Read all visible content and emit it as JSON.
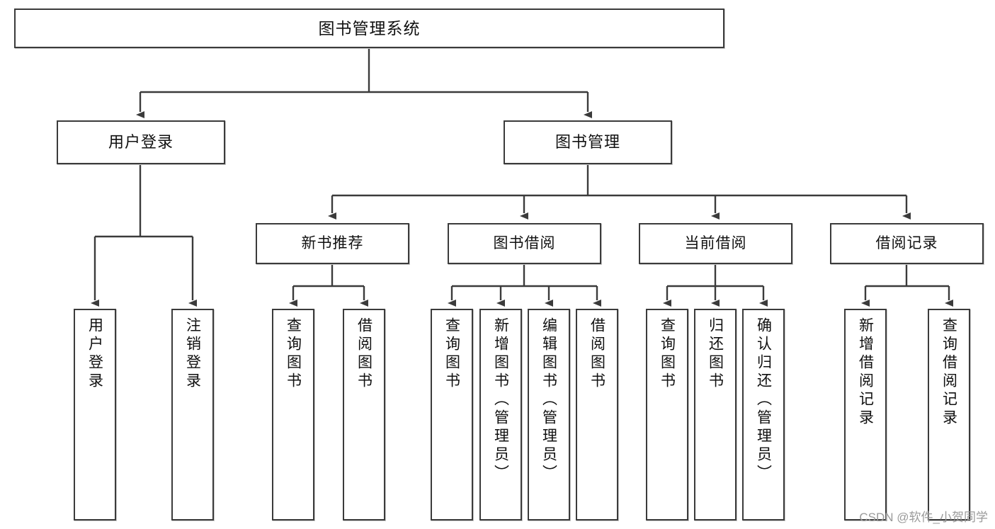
{
  "diagram": {
    "title": "图书管理系统",
    "watermark": "CSDN @软件_小贺同学",
    "stroke_color": "#3b3b3b",
    "fill_color": "#ffffff",
    "text_color": "#101010"
  },
  "root": {
    "label": "图书管理系统"
  },
  "level2": [
    {
      "label": "用户登录"
    },
    {
      "label": "图书管理"
    }
  ],
  "level3": [
    {
      "label": "新书推荐"
    },
    {
      "label": "图书借阅"
    },
    {
      "label": "当前借阅"
    },
    {
      "label": "借阅记录"
    }
  ],
  "leaves": {
    "user_login": [
      {
        "label": "用户登录"
      },
      {
        "label": "注销登录"
      }
    ],
    "new_book": [
      {
        "label": "查询图书"
      },
      {
        "label": "借阅图书"
      }
    ],
    "book_borrow": [
      {
        "label": "查询图书"
      },
      {
        "label": "新增图书（管理员）"
      },
      {
        "label": "编辑图书（管理员）"
      },
      {
        "label": "借阅图书"
      }
    ],
    "current_borrow": [
      {
        "label": "查询图书"
      },
      {
        "label": "归还图书"
      },
      {
        "label": "确认归还（管理员）"
      }
    ],
    "borrow_record": [
      {
        "label": "新增借阅记录"
      },
      {
        "label": "查询借阅记录"
      }
    ]
  }
}
